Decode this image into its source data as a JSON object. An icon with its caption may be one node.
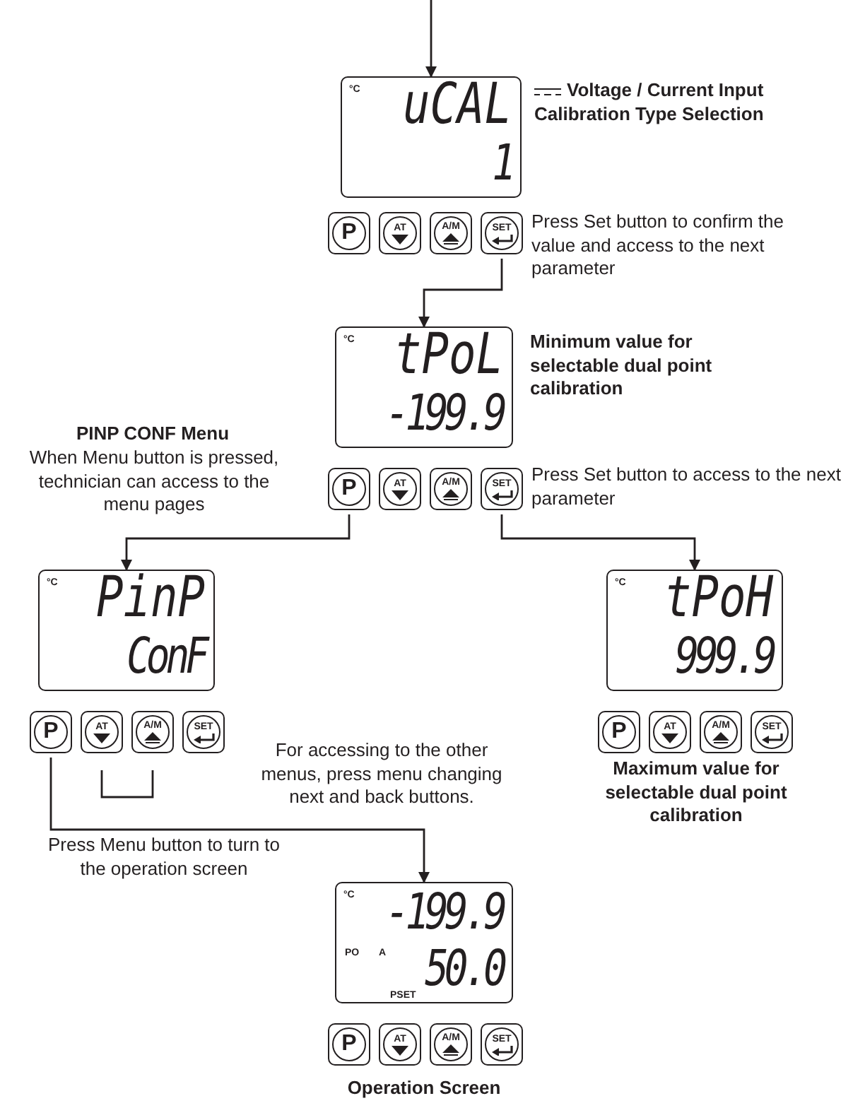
{
  "diagram": {
    "nodes": [
      {
        "text": [
          "°C",
          "uCAL",
          "1"
        ],
        "beside": [
          "Voltage / Current Input Calibration Type Selection"
        ]
      },
      {
        "text": [
          "P"
        ]
      },
      {
        "text": [
          "AT"
        ]
      },
      {
        "text": [
          "A/M"
        ]
      },
      {
        "text": [
          "SET"
        ]
      },
      {
        "text": [
          "°C",
          "tPoL",
          "-199.9"
        ],
        "beside": [
          "Minimum value for selectable dual point calibration"
        ]
      },
      {
        "text": [
          "P"
        ]
      },
      {
        "text": [
          "AT"
        ]
      },
      {
        "text": [
          "A/M"
        ]
      },
      {
        "text": [
          "SET"
        ]
      },
      {
        "text": [
          "°C",
          "PinP",
          "ConF"
        ]
      },
      {
        "text": [
          "°C",
          "tPoH",
          "999.9"
        ]
      },
      {
        "text": [
          "P"
        ]
      },
      {
        "text": [
          "AT"
        ]
      },
      {
        "text": [
          "A/M"
        ]
      },
      {
        "text": [
          "SET"
        ]
      },
      {
        "text": [
          "P"
        ]
      },
      {
        "text": [
          "AT"
        ]
      },
      {
        "text": [
          "A/M"
        ]
      },
      {
        "text": [
          "SET"
        ]
      },
      {
        "text": [
          "°C",
          "-199.9",
          "PO",
          "A",
          "50.0",
          "PSET"
        ]
      },
      {
        "text": [
          "P"
        ]
      },
      {
        "text": [
          "AT"
        ]
      },
      {
        "text": [
          "A/M"
        ]
      },
      {
        "text": [
          "SET"
        ]
      }
    ],
    "edges": [
      {
        "from": null,
        "to": 0,
        "arrow": "to"
      },
      {
        "from": 4,
        "to": 5,
        "arrow": "to"
      },
      {
        "from": 6,
        "to": 10,
        "arrow": "to"
      },
      {
        "from": 9,
        "to": 11,
        "arrow": "to"
      },
      {
        "from": 13,
        "to": 14,
        "arrow": "none"
      },
      {
        "from": 12,
        "to": 20,
        "arrow": "to"
      }
    ],
    "labels": [
      "Press Set button to confirm the value and access to the next parameter",
      "PINP CONF Menu",
      "When Menu button is pressed, technician can access to the menu pages",
      "Press Set button to access to the next parameter",
      "For accessing to the other menus, press menu changing next and back buttons.",
      "Maximum value for selectable dual point calibration",
      "Press Menu button to turn to the operation screen",
      "Operation Screen"
    ]
  }
}
